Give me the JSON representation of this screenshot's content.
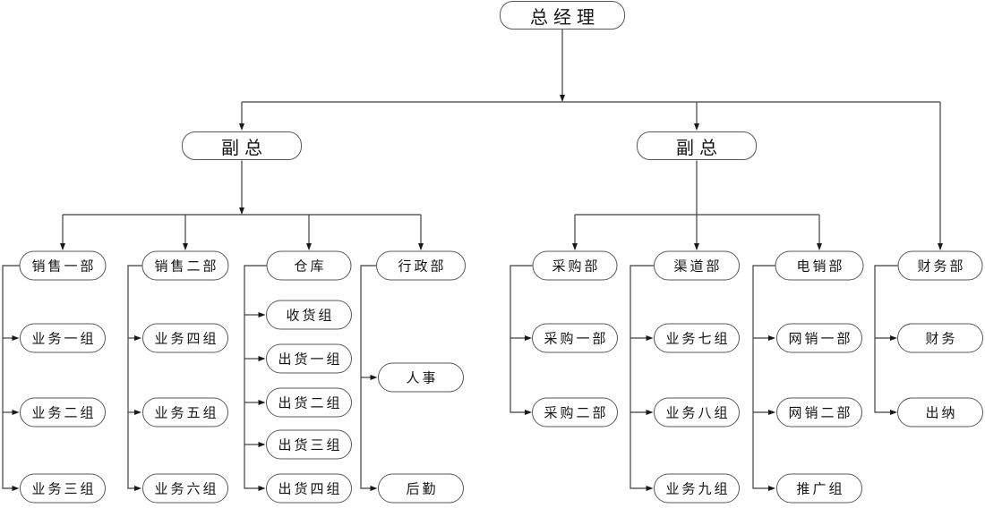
{
  "org_chart": {
    "root": "总经理",
    "vp_left": "副总",
    "vp_right": "副总",
    "left_departments": [
      {
        "label": "销售一部",
        "teams": [
          "业务一组",
          "业务二组",
          "业务三组"
        ]
      },
      {
        "label": "销售二部",
        "teams": [
          "业务四组",
          "业务五组",
          "业务六组"
        ]
      },
      {
        "label": "仓库",
        "teams": [
          "收货组",
          "出货一组",
          "出货二组",
          "出货三组",
          "出货四组"
        ]
      },
      {
        "label": "行政部",
        "teams": [
          "人事",
          "后勤"
        ]
      }
    ],
    "right_departments": [
      {
        "label": "采购部",
        "teams": [
          "采购一部",
          "采购二部"
        ]
      },
      {
        "label": "渠道部",
        "teams": [
          "业务七组",
          "业务八组",
          "业务九组"
        ]
      },
      {
        "label": "电销部",
        "teams": [
          "网销一部",
          "网销二部",
          "推广组"
        ]
      }
    ],
    "top_departments": [
      {
        "label": "财务部",
        "teams": [
          "财务",
          "出纳"
        ]
      }
    ]
  },
  "colors": {
    "background": "#ffffff",
    "line": "#3f3f3f",
    "node_border": "#585858",
    "node_fill": "#ffffff",
    "text": "#141414",
    "arrowhead": "#1a1a1a"
  }
}
